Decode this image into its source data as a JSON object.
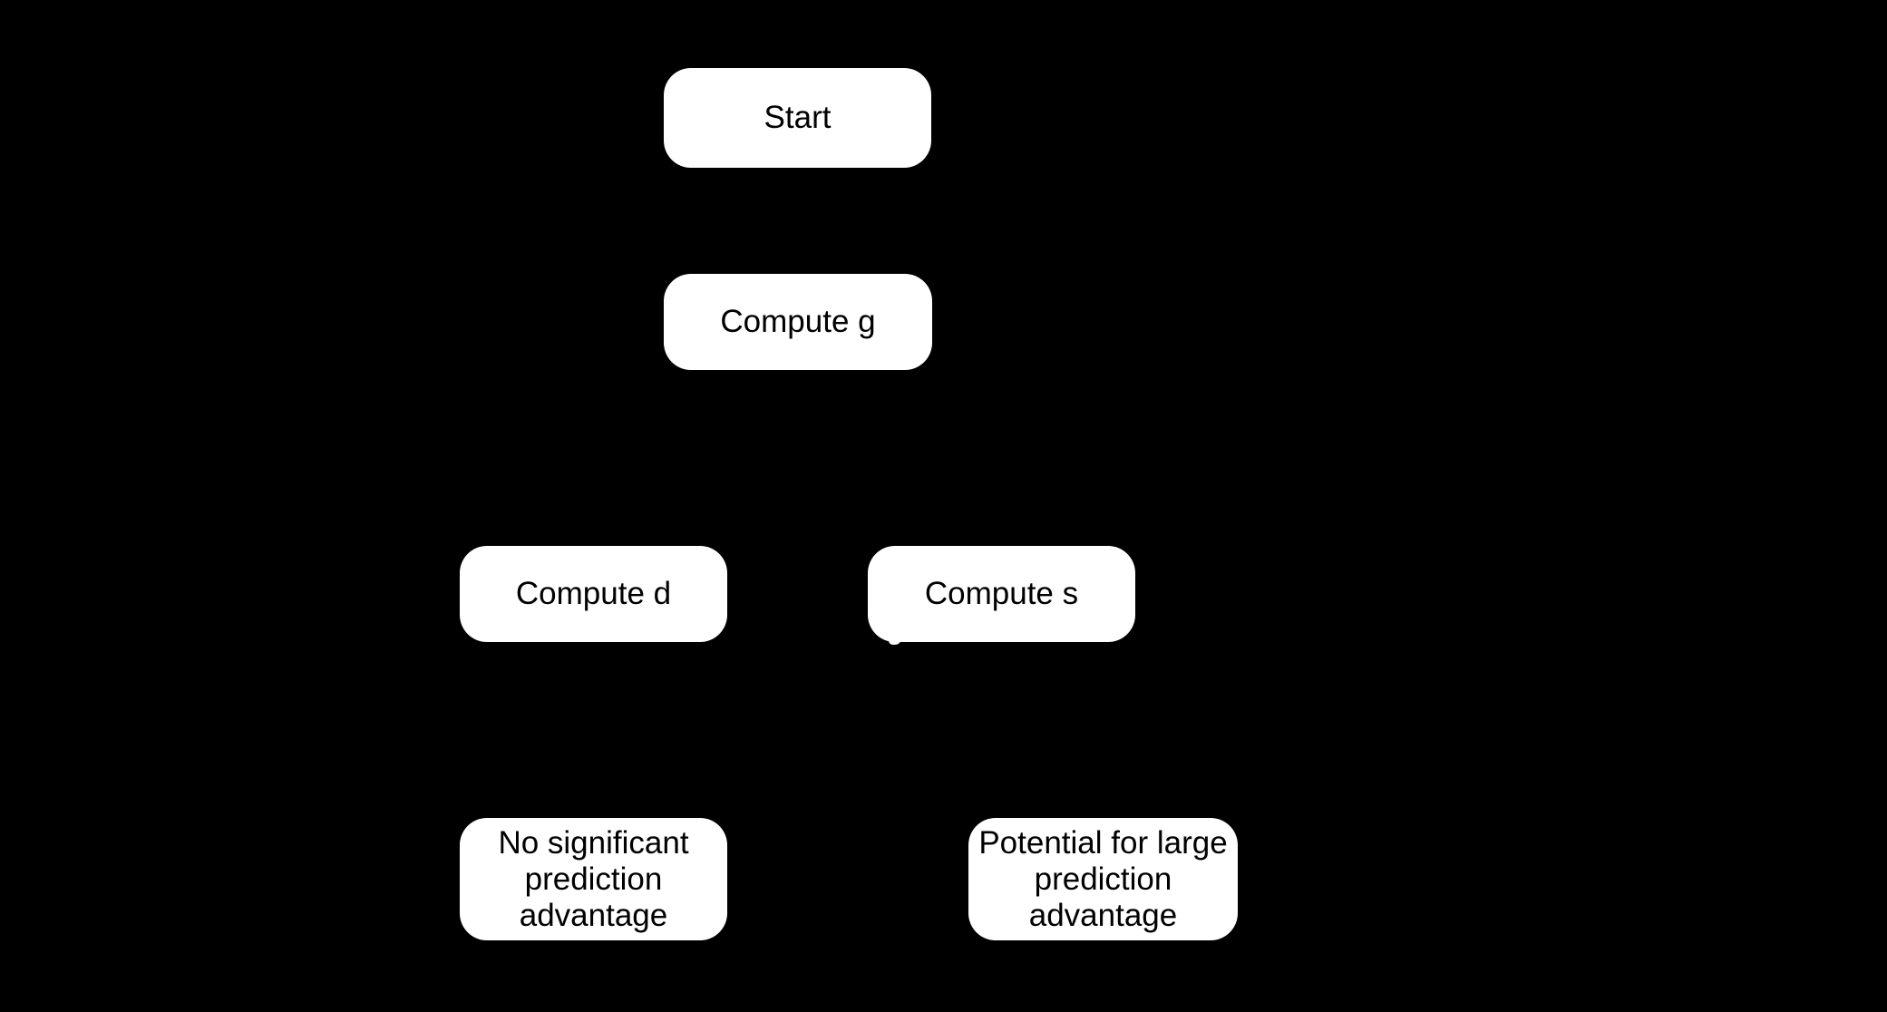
{
  "diagram": {
    "type": "flowchart",
    "background_color": "#000000",
    "node_fill_color": "#ffffff",
    "node_text_color": "#000000",
    "nodes": [
      {
        "id": "start",
        "label": "Start"
      },
      {
        "id": "compute-g",
        "label": "Compute g"
      },
      {
        "id": "compute-d",
        "label": "Compute d"
      },
      {
        "id": "compute-s",
        "label": "Compute s"
      },
      {
        "id": "outcome-no-advantage",
        "label": "No significant prediction advantage"
      },
      {
        "id": "outcome-large-advantage",
        "label": "Potential for large prediction advantage"
      }
    ],
    "connectors_visible": false
  }
}
